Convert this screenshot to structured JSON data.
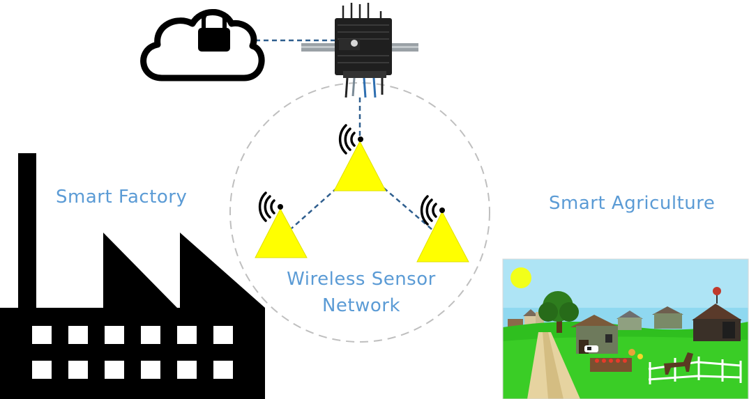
{
  "labels": {
    "smart_factory": "Smart Factory",
    "smart_agriculture": "Smart Agriculture",
    "wsn_line1": "Wireless Sensor",
    "wsn_line2": "Network"
  },
  "icons": [
    "cloud-lock-icon",
    "gateway-device-icon",
    "sensor-node-icon",
    "wifi-signal-icon",
    "factory-icon",
    "farm-scene-image"
  ],
  "colors": {
    "label_text": "#5b9bd5",
    "link_dash": "#2e5e8e",
    "sensor_fill": "#ffff00",
    "network_circle": "#bfbfbf"
  }
}
